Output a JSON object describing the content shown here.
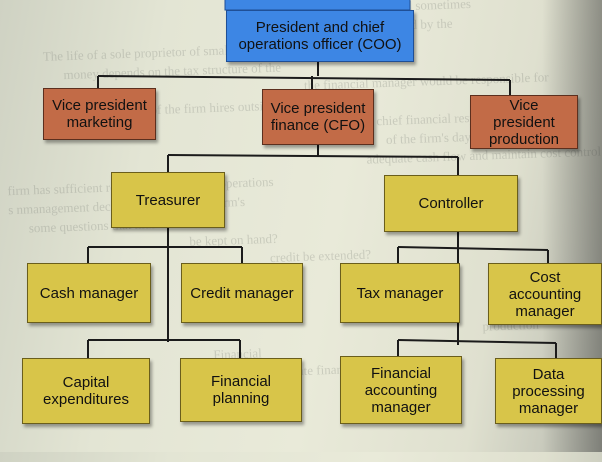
{
  "top": {
    "label": "President and chief\noperations officer (COO)",
    "color": "#3d86e4"
  },
  "vice_presidents": [
    {
      "label": "Vice president\nmarketing",
      "color": "#c26b47"
    },
    {
      "label": "Vice president\nfinance (CFO)",
      "color": "#c26b47"
    },
    {
      "label": "Vice\npresident\nproduction",
      "color": "#c26b47"
    }
  ],
  "finance_heads": [
    {
      "label": "Treasurer",
      "color": "#d8c549"
    },
    {
      "label": "Controller",
      "color": "#d8c549"
    }
  ],
  "treasurer_reports": [
    {
      "label": "Cash manager"
    },
    {
      "label": "Credit manager"
    },
    {
      "label": "Capital\nexpenditures"
    },
    {
      "label": "Financial\nplanning"
    }
  ],
  "controller_reports": [
    {
      "label": "Tax manager"
    },
    {
      "label": "Cost\naccounting\nmanager"
    },
    {
      "label": "Financial\naccounting\nmanager"
    },
    {
      "label": "Data\nprocessing\nmanager"
    }
  ],
  "background_text": [
    "and risk are more difficult, and sometimes",
    "is another job handled by the",
    "The life of a sole proprietor of small business",
    "money depends on the tax structure of the",
    "the financial manager would be responsible for",
    "owner of the firm hires outside assistance",
    "is the chief financial responsibilities",
    "of the firm's day-to-day operations",
    "adequate cash flow and maintain cost control",
    "firm has sufficient resources to continue operations",
    "s nmanagement decisions related to the firm's",
    "some questions that must be asked",
    "be kept on hand?",
    "credit be extended?",
    "production",
    "Financial",
    "corporate financial"
  ]
}
